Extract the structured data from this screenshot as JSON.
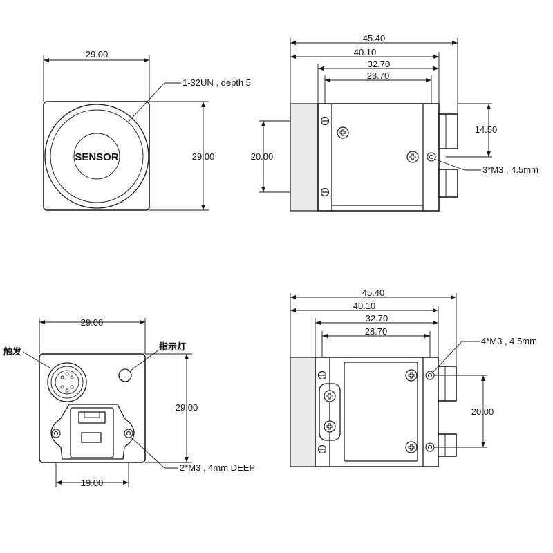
{
  "front_view": {
    "width_dim": "29.00",
    "height_dim": "29.00",
    "thread_callout": "1-32UN , depth 5",
    "sensor_label": "SENSOR"
  },
  "side_view_top": {
    "dim_overall": "45.40",
    "dim_body": "40.10",
    "dim_mid": "32.70",
    "dim_inner": "28.70",
    "dim_height_left": "20.00",
    "dim_height_right": "14.50",
    "hole_callout": "3*M3 , 4.5mm"
  },
  "back_view": {
    "width_dim": "29.00",
    "height_dim": "29.00",
    "bottom_dim": "19.00",
    "trigger_label": "触发",
    "indicator_label": "指示灯",
    "hole_callout": "2*M3 , 4mm DEEP"
  },
  "side_view_bottom": {
    "dim_overall": "45.40",
    "dim_body": "40.10",
    "dim_mid": "32.70",
    "dim_inner": "28.70",
    "dim_height_right": "20.00",
    "hole_callout": "4*M3 , 4.5mm"
  }
}
